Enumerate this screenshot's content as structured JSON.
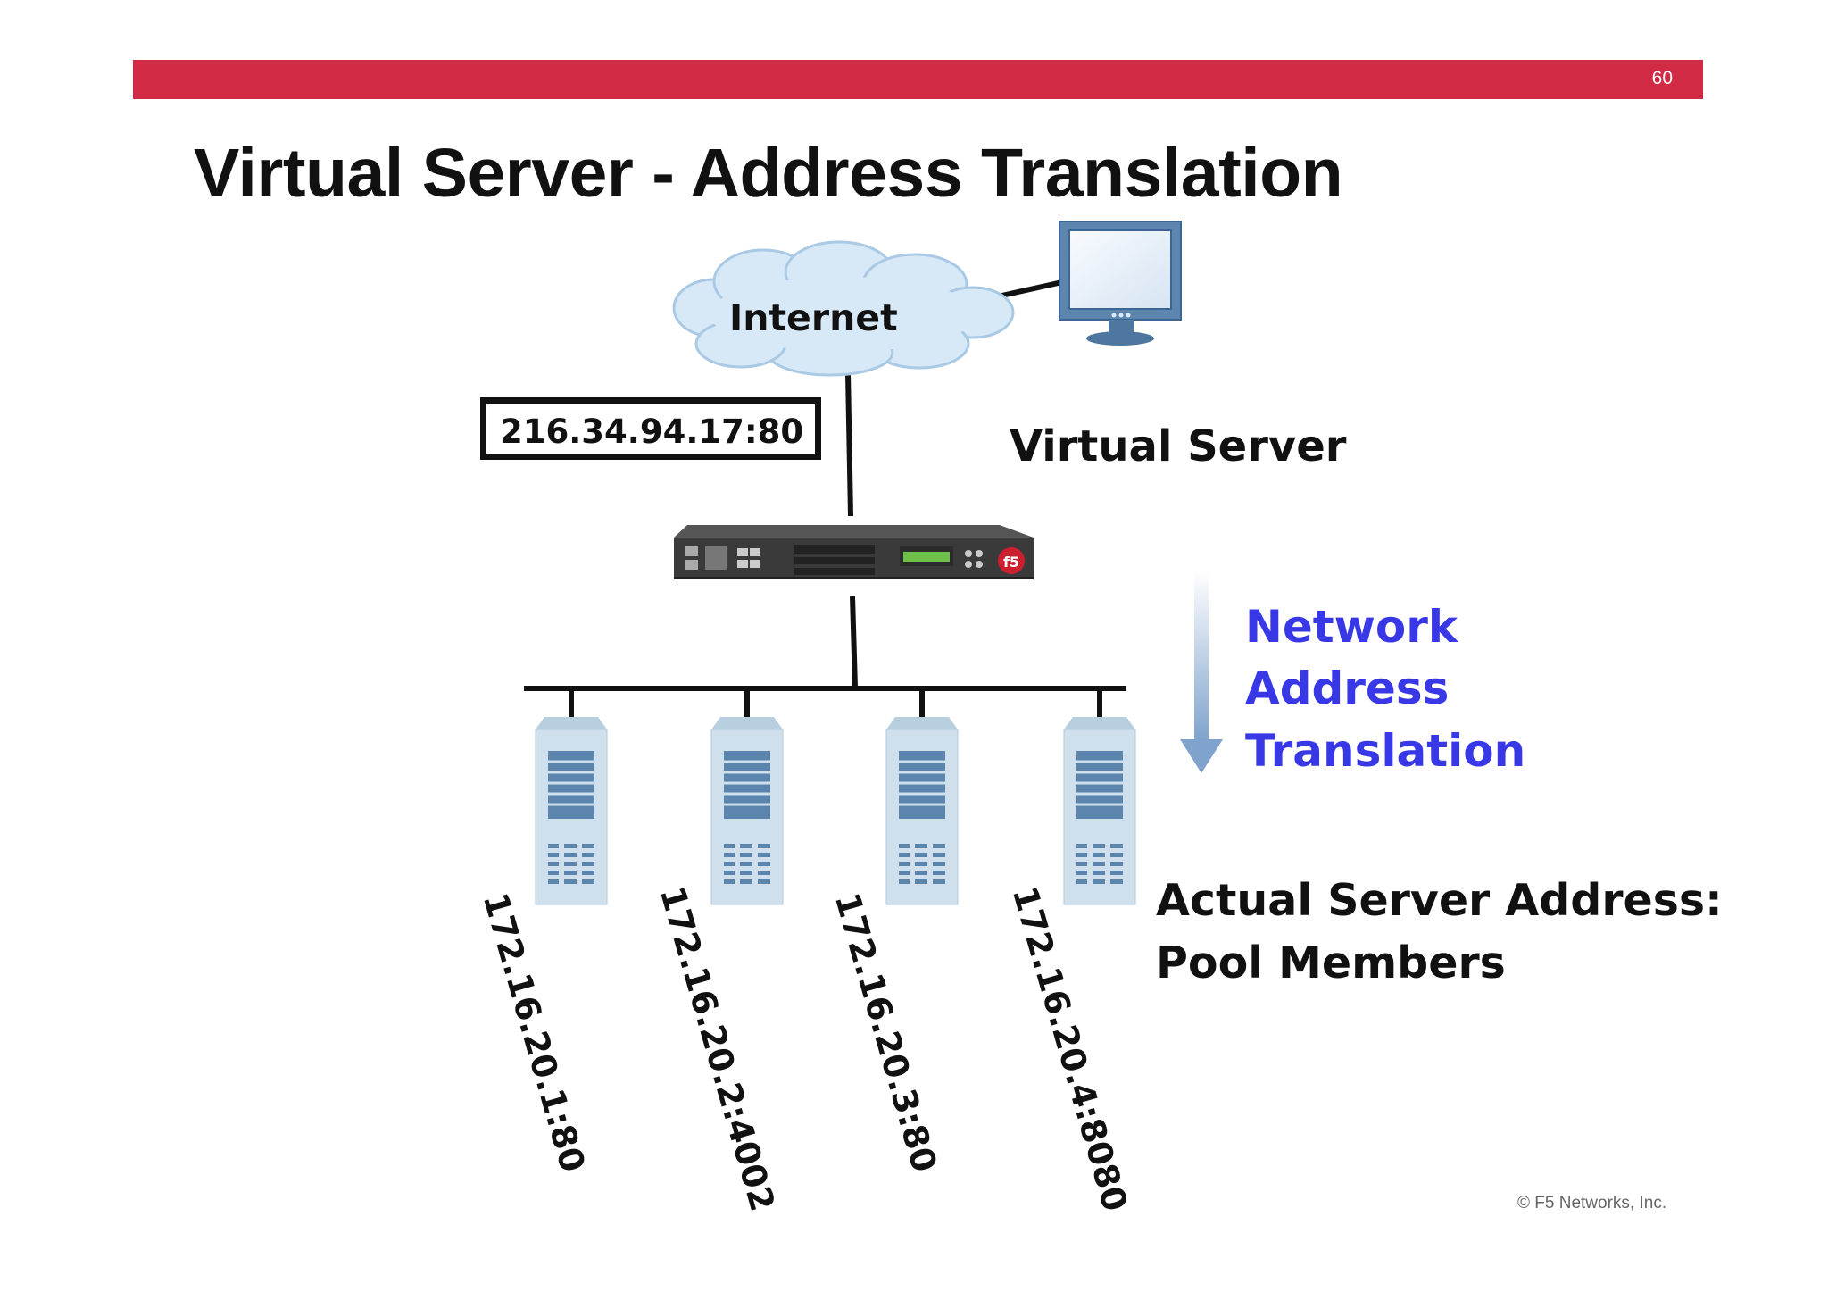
{
  "slide": {
    "page_number": "60",
    "title": "Virtual Server - Address Translation",
    "copyright": "© F5 Networks, Inc."
  },
  "diagram": {
    "cloud_label": "Internet",
    "virtual_address": "216.34.94.17:80",
    "virtual_server_label": "Virtual Server",
    "translation_label": [
      "Network",
      "Address",
      "Translation"
    ],
    "pool_label": [
      "Actual Server Address:",
      "Pool Members"
    ],
    "pool_members": [
      "172.16.20.1:80",
      "172.16.20.2:4002",
      "172.16.20.3:80",
      "172.16.20.4:8080"
    ]
  },
  "colors": {
    "header_bar": "#d12a44",
    "translation_text": "#3838e6",
    "arrow": "#8fb0d4",
    "server_body": "#cfe0ec",
    "server_grill": "#5b85ad",
    "cloud": "#d7e9f7"
  }
}
